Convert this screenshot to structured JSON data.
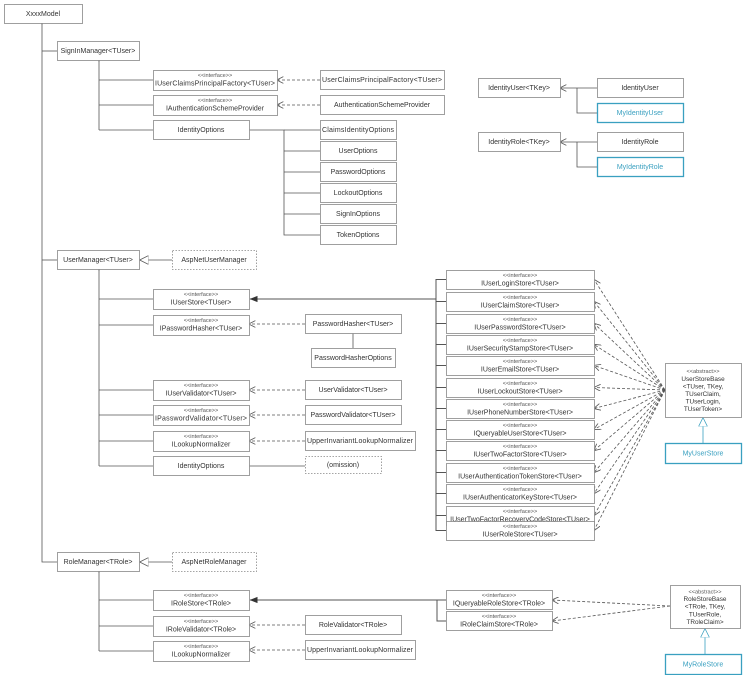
{
  "colors": {
    "line": "#555555",
    "box_border": "#888888",
    "text": "#333333",
    "stereotype": "#555555",
    "custom": "#3aa0c0"
  },
  "nodes": {
    "xxxxmodel": {
      "name": "XxxxModel"
    },
    "signinmanager": {
      "name": "SignInManager<TUser>"
    },
    "iuserclaimsprincipalfactory": {
      "stereotype": "<<interface>>",
      "name": "IUserClaimsPrincipalFactory<TUser>"
    },
    "userclaimsprincipalfactory": {
      "name": "UserClaimsPrincipalFactory<TUser>"
    },
    "iauthenticationschemeprovider": {
      "stereotype": "<<interface>>",
      "name": "IAuthenticationSchemeProvider"
    },
    "authenticationschemeprovider": {
      "name": "AuthenticationSchemeProvider"
    },
    "identityoptions-1": {
      "name": "IdentityOptions"
    },
    "claimsidentityoptions": {
      "name": "ClaimsIdentityOptions"
    },
    "useroptions": {
      "name": "UserOptions"
    },
    "passwordoptions": {
      "name": "PasswordOptions"
    },
    "lockoutoptions": {
      "name": "LockoutOptions"
    },
    "signinoptions": {
      "name": "SignInOptions"
    },
    "tokenoptions": {
      "name": "TokenOptions"
    },
    "identityuser-tkey": {
      "name": "IdentityUser<TKey>"
    },
    "identityuser": {
      "name": "IdentityUser"
    },
    "myidentityuser": {
      "name": "MyIdentityUser"
    },
    "identityrole-tkey": {
      "name": "IdentityRole<TKey>"
    },
    "identityrole": {
      "name": "IdentityRole"
    },
    "myidentityrole": {
      "name": "MyIdentityRole"
    },
    "usermanager": {
      "name": "UserManager<TUser>"
    },
    "aspnetusermanager": {
      "name": "AspNetUserManager"
    },
    "iuserstore": {
      "stereotype": "<<interface>>",
      "name": "IUserStore<TUser>"
    },
    "ipasswordhasher": {
      "stereotype": "<<interface>>",
      "name": "IPasswordHasher<TUser>"
    },
    "passwordhasher": {
      "name": "PasswordHasher<TUser>"
    },
    "passwordhasheroptions": {
      "name": "PasswordHasherOptions"
    },
    "iuservalidator": {
      "stereotype": "<<interface>>",
      "name": "IUserValidator<TUser>"
    },
    "uservalidator": {
      "name": "UserValidator<TUser>"
    },
    "ipasswordvalidator": {
      "stereotype": "<<interface>>",
      "name": "IPasswordValidator<TUser>"
    },
    "passwordvalidator": {
      "name": "PasswordValidator<TUser>"
    },
    "ilookupnormalizer-1": {
      "stereotype": "<<interface>>",
      "name": "ILookupNormalizer"
    },
    "upperinvariantlookupnormalizer-1": {
      "name": "UpperInvariantLookupNormalizer"
    },
    "identityoptions-2": {
      "name": "IdentityOptions"
    },
    "omission": {
      "name": "(omission)"
    },
    "iuserloginstore": {
      "stereotype": "<<interface>>",
      "name": "IUserLoginStore<TUser>"
    },
    "iuserclaimstore": {
      "stereotype": "<<interface>>",
      "name": "IUserClaimStore<TUser>"
    },
    "iuserpasswordstore": {
      "stereotype": "<<interface>>",
      "name": "IUserPasswordStore<TUser>"
    },
    "iusersecuritystampstore": {
      "stereotype": "<<interface>>",
      "name": "IUserSecurityStampStore<TUser>"
    },
    "iuseremailstore": {
      "stereotype": "<<interface>>",
      "name": "IUserEmailStore<TUser>"
    },
    "iuserlockoutstore": {
      "stereotype": "<<interface>>",
      "name": "IUserLockoutStore<TUser>"
    },
    "iuserphonenumberstore": {
      "stereotype": "<<interface>>",
      "name": "IUserPhoneNumberStore<TUser>"
    },
    "iqueryableuserstore": {
      "stereotype": "<<interface>>",
      "name": "IQueryableUserStore<TUser>"
    },
    "iusertwofactorstore": {
      "stereotype": "<<interface>>",
      "name": "IUserTwoFactorStore<TUser>"
    },
    "iuserauthenticationtokenstore": {
      "stereotype": "<<interface>>",
      "name": "IUserAuthenticationTokenStore<TUser>"
    },
    "iuserauthenticatorkeystore": {
      "stereotype": "<<interface>>",
      "name": "IUserAuthenticatorKeyStore<TUser>"
    },
    "iusertwofactorrecoverycodestore": {
      "stereotype": "<<interface>>",
      "name": "IUserTwoFactorRecoveryCodeStore<TUser>"
    },
    "iuserrolestore": {
      "stereotype": "<<interface>>",
      "name": "IUserRoleStore<TUser>"
    },
    "userstorebase": {
      "stereotype": "<<abstract>>",
      "lines": [
        "UserStoreBase",
        "<TUser, TKey,",
        "TUserClaim,",
        "TUserLogin,",
        "TUserToken>"
      ]
    },
    "myuserstore": {
      "name": "MyUserStore"
    },
    "rolemanager": {
      "name": "RoleManager<TRole>"
    },
    "aspnetrolemanager": {
      "name": "AspNetRoleManager"
    },
    "irolestore": {
      "stereotype": "<<interface>>",
      "name": "IRoleStore<TRole>"
    },
    "irolevalidator": {
      "stereotype": "<<interface>>",
      "name": "IRoleValidator<TRole>"
    },
    "rolevalidator": {
      "name": "RoleValidator<TRole>"
    },
    "ilookupnormalizer-2": {
      "stereotype": "<<interface>>",
      "name": "ILookupNormalizer"
    },
    "upperinvariantlookupnormalizer-2": {
      "name": "UpperInvariantLookupNormalizer"
    },
    "iqueryablerolestore": {
      "stereotype": "<<interface>>",
      "name": "IQueryableRoleStore<TRole>"
    },
    "iroleclaimstore": {
      "stereotype": "<<interface>>",
      "name": "IRoleClaimStore<TRole>"
    },
    "rolestorebase": {
      "stereotype": "<<abstract>>",
      "lines": [
        "RoleStoreBase",
        "<TRole, TKey,",
        "TUserRole,",
        "TRoleClaim>"
      ]
    },
    "myrolestore": {
      "name": "MyRoleStore"
    }
  }
}
